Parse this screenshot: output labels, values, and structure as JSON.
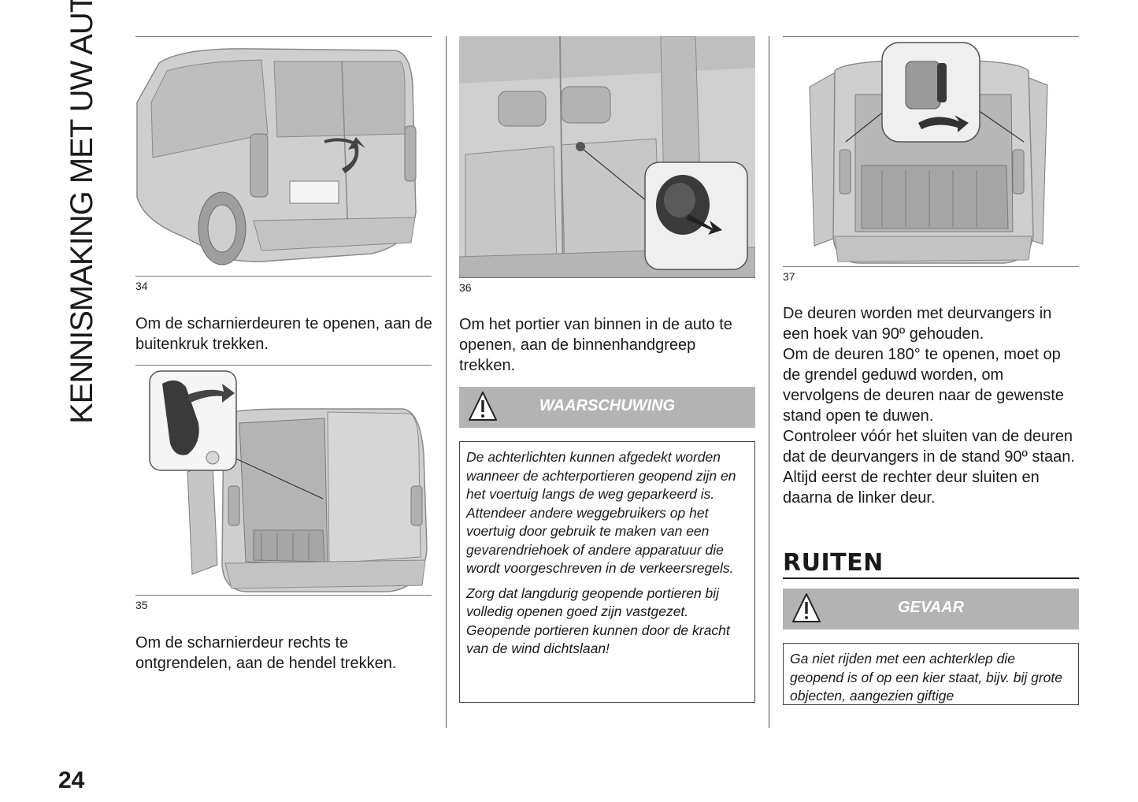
{
  "side_title": "KENNISMAKING MET UW AUTO",
  "page_number": "24",
  "figures": {
    "fig34": "34",
    "fig35": "35",
    "fig36": "36",
    "fig37": "37"
  },
  "column1": {
    "para1": "Om de scharnierdeuren te openen, aan de buitenkruk trekken.",
    "para2": "Om de scharnierdeur rechts te ontgrendelen, aan de hendel trekken."
  },
  "column2": {
    "para1": "Om het portier van binnen in de auto te openen, aan de binnenhandgreep trekken.",
    "warning_label": "WAARSCHUWING",
    "warning_p1": "De achterlichten kunnen afgedekt worden wanneer de achterportieren geopend zijn en het voertuig langs de weg geparkeerd is.",
    "warning_p2": "Attendeer andere weggebruikers op het voertuig door gebruik te maken van een gevarendriehoek of andere apparatuur die wordt voorgeschreven in de verkeersregels.",
    "warning_p3": "Zorg dat langdurig geopende portieren bij volledig openen goed zijn vastgezet. Geopende portieren kunnen door de kracht van de wind dichtslaan!"
  },
  "column3": {
    "para1": "De deuren worden met deurvangers in een hoek van 90º gehouden.",
    "para2": "Om de deuren 180° te openen, moet op de grendel geduwd worden, om vervolgens de deuren naar de gewenste stand open te duwen.",
    "para3": "Controleer vóór het sluiten van de deuren dat de deurvangers in de stand 90º staan.",
    "para4": "Altijd eerst de rechter deur sluiten en daarna de linker deur.",
    "section_heading": "RUITEN",
    "danger_label": "GEVAAR",
    "danger_text": "Ga niet rijden met een achterklep die geopend is of op een kier staat, bijv. bij grote objecten, aangezien giftige"
  },
  "colors": {
    "banner": "#b3b3b3",
    "illustration_fill": "#cfcfcf",
    "text": "#1a1a1a"
  }
}
